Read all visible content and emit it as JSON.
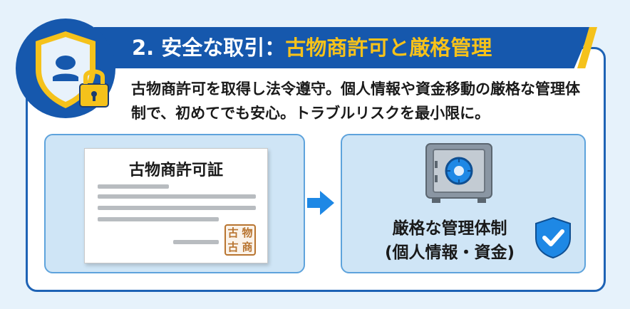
{
  "header": {
    "title_prefix": "2. 安全な取引：",
    "title_highlight": "古物商許可と厳格管理"
  },
  "description": "古物商許可を取得し法令遵守。個人情報や資金移動の厳格な管理体制で、初めてでも安心。トラブルリスクを最小限に。",
  "left_panel": {
    "document_title": "古物商許可証",
    "stamp_chars": [
      "古",
      "物",
      "古",
      "商"
    ]
  },
  "right_panel": {
    "label_line1": "厳格な管理体制",
    "label_line2": "(個人情報・資金)"
  },
  "icons": [
    "shield-lock-icon",
    "arrow-right-icon",
    "safe-icon",
    "check-shield-icon"
  ],
  "colors": {
    "primary_blue": "#1658ad",
    "accent_yellow": "#f7c21a",
    "panel_bg": "#cfe5f6",
    "page_bg": "#e6f2fb"
  }
}
